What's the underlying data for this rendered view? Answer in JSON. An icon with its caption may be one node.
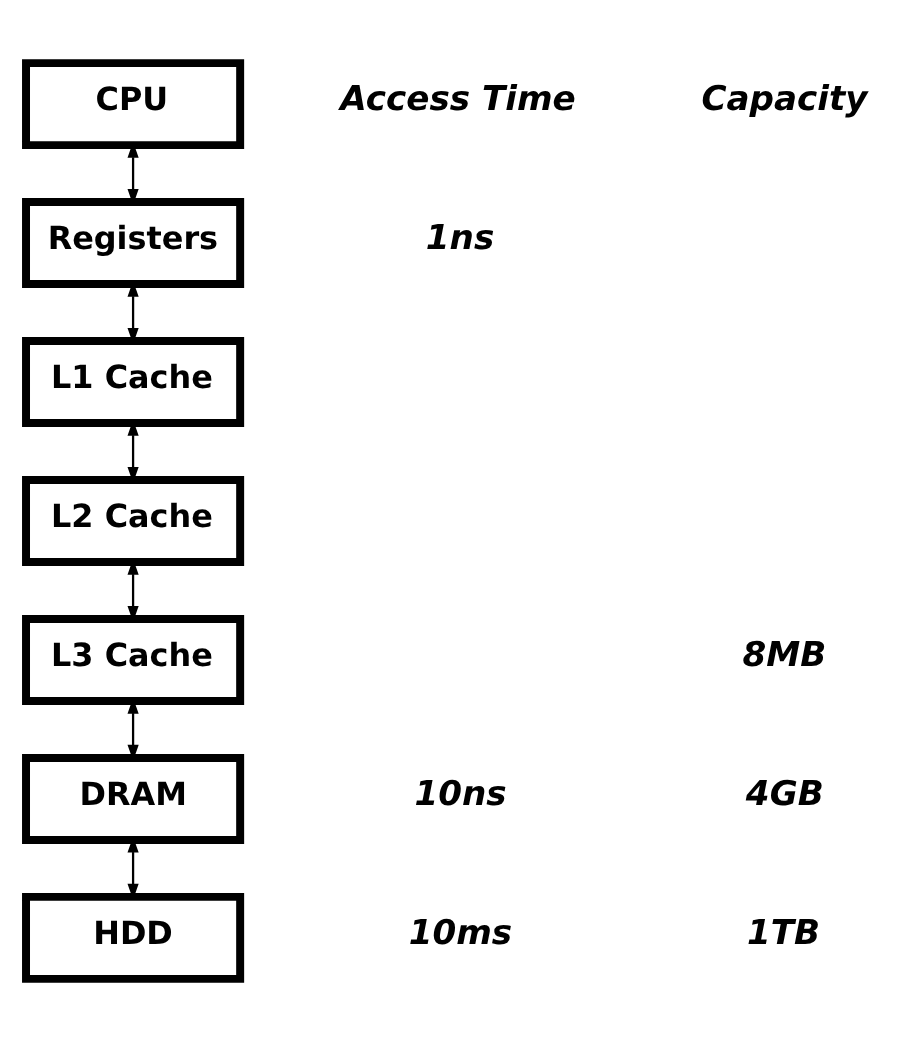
{
  "diagram": {
    "nodes": [
      {
        "text": [
          "CPU"
        ]
      },
      {
        "text": [
          "Registers"
        ]
      },
      {
        "text": [
          "L1 Cache"
        ]
      },
      {
        "text": [
          "L2 Cache"
        ]
      },
      {
        "text": [
          "L3 Cache"
        ]
      },
      {
        "text": [
          "DRAM"
        ]
      },
      {
        "text": [
          "HDD"
        ]
      }
    ],
    "edges": [
      {
        "from": 0,
        "to": 1,
        "arrow": "both"
      },
      {
        "from": 1,
        "to": 2,
        "arrow": "both"
      },
      {
        "from": 2,
        "to": 3,
        "arrow": "both"
      },
      {
        "from": 3,
        "to": 4,
        "arrow": "both"
      },
      {
        "from": 4,
        "to": 5,
        "arrow": "both"
      },
      {
        "from": 5,
        "to": 6,
        "arrow": "both"
      }
    ],
    "labels": [
      "Access Time",
      "Capacity",
      "1ns",
      "8MB",
      "10ns",
      "4GB",
      "10ms",
      "1TB"
    ]
  }
}
